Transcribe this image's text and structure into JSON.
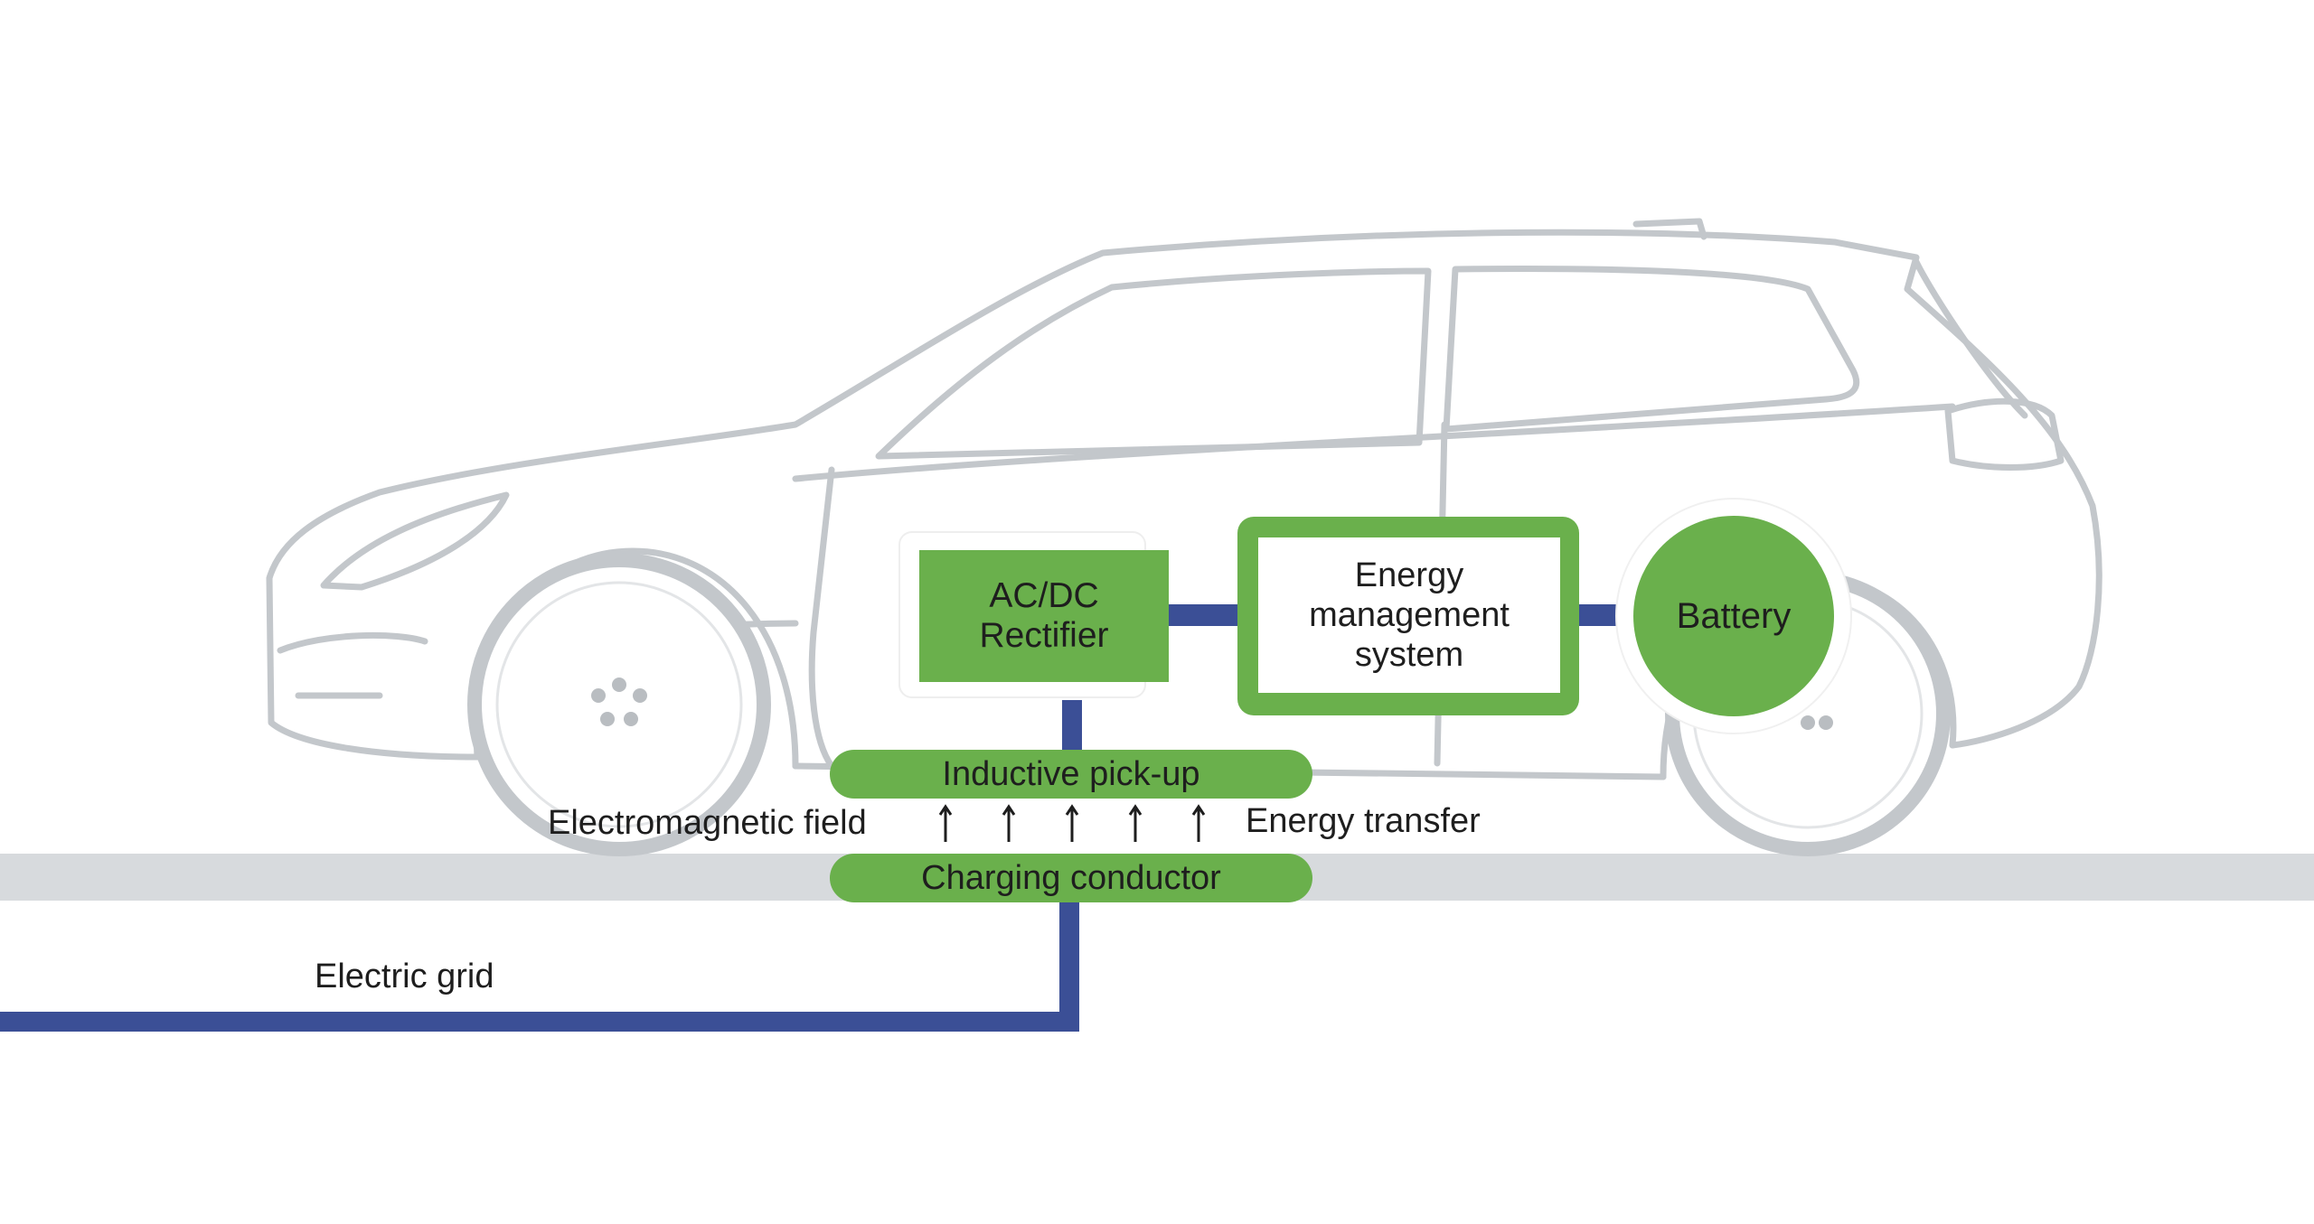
{
  "diagram": {
    "components": {
      "rectifier": "AC/DC\nRectifier",
      "energy_management": "Energy\nmanagement\nsystem",
      "battery": "Battery",
      "pickup": "Inductive pick-up",
      "conductor": "Charging conductor"
    },
    "labels": {
      "em_field": "Electromagnetic field",
      "energy_transfer": "Energy transfer",
      "electric_grid": "Electric grid"
    },
    "arrow_count": 5,
    "colors": {
      "component_green": "#6ab04c",
      "connector_blue": "#3b4f96",
      "car_outline": "#c3c7cb",
      "road": "#d7dadd"
    }
  }
}
